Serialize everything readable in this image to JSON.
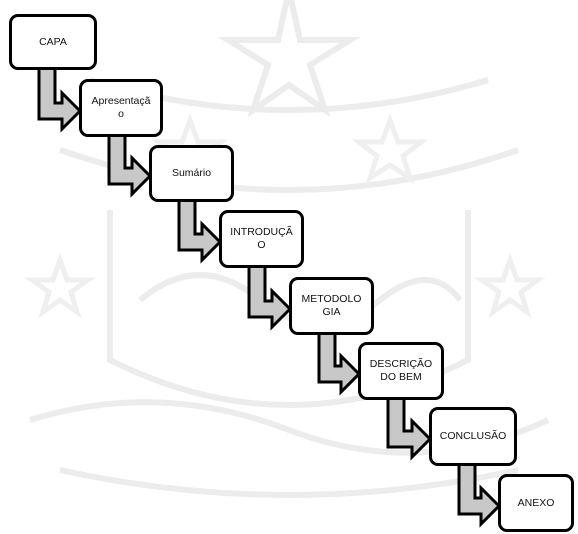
{
  "colors": {
    "background": "#ffffff",
    "box_border": "#000000",
    "box_fill": "#ffffff",
    "arrow_fill": "#c8c8c8",
    "arrow_stroke": "#000000",
    "watermark": "#ececec"
  },
  "watermark": {
    "icon": "emblem-watermark-icon"
  },
  "steps": [
    {
      "id": "capa",
      "label": "CAPA"
    },
    {
      "id": "apresentacao",
      "label": "Apresentaçã\no"
    },
    {
      "id": "sumario",
      "label": "Sumário"
    },
    {
      "id": "introducao",
      "label": "INTRODUÇÃ\nO"
    },
    {
      "id": "metodologia",
      "label": "METODOLO\nGIA"
    },
    {
      "id": "descricao",
      "label": "DESCRIÇÃO\nDO BEM"
    },
    {
      "id": "conclusao",
      "label": "CONCLUSÃO"
    },
    {
      "id": "anexo",
      "label": "ANEXO"
    }
  ]
}
